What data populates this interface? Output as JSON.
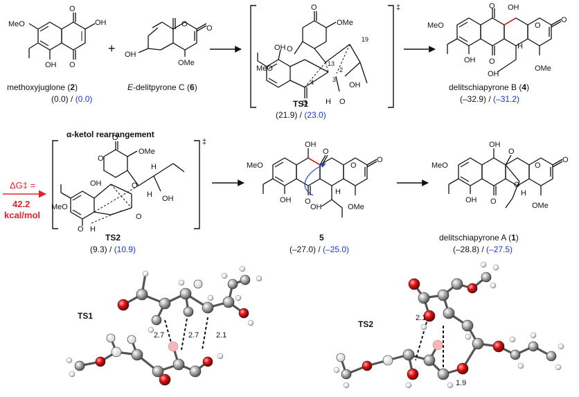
{
  "compounds": {
    "methoxyjuglone": {
      "name": "methoxyjuglone (",
      "num": "2",
      "close": ")",
      "energy_black": "(0.0) / ",
      "energy_blue": "(0.0)"
    },
    "delitpyrone": {
      "prefix": "E",
      "name": "-delitpyrone C (",
      "num": "6",
      "close": ")"
    },
    "ts1": {
      "label": "TS1",
      "energy_black": "(21.9) / ",
      "energy_blue": "(23.0)",
      "atom_labels": [
        "13",
        "19",
        "2",
        "3",
        "4"
      ]
    },
    "delitschiapyrone_b": {
      "name": "delitschiapyrone B (",
      "num": "4",
      "close": ")",
      "energy_black": "(–32.9) / ",
      "energy_blue": "(–31.2)"
    },
    "ts2": {
      "label": "TS2",
      "energy_black": "(9.3) / ",
      "energy_blue": "(10.9)"
    },
    "compound5": {
      "label": "5",
      "energy_black": "(–27.0) / ",
      "energy_blue": "(–25.0)"
    },
    "delitschiapyrone_a": {
      "name": "delitschiapyrone A (",
      "num": "1",
      "close": ")",
      "energy_black": "(–28.8) / ",
      "energy_blue": "(–27.5)"
    }
  },
  "rearrangement_title": "α-ketol rearrangement",
  "dagger": "‡",
  "barrier": {
    "line1": "ΔG‡ =",
    "line2": "42.2",
    "line3": "kcal/mol"
  },
  "atom_text": {
    "OMe": "OMe",
    "MeO": "MeO",
    "OH": "OH",
    "O": "O",
    "H": "H",
    "plus": "+"
  },
  "models": {
    "ts1": {
      "label": "TS1",
      "distances": [
        "2.7",
        "2.7",
        "2.1"
      ]
    },
    "ts2": {
      "label": "TS2",
      "distances": [
        "2.1",
        "1.9"
      ]
    }
  },
  "colors": {
    "barrier_red": "#e8202a",
    "energy_blue": "#1a33cc",
    "oxygen": "#d01010",
    "carbon": "#9a9a9a",
    "hydrogen": "#f2f2f2"
  }
}
